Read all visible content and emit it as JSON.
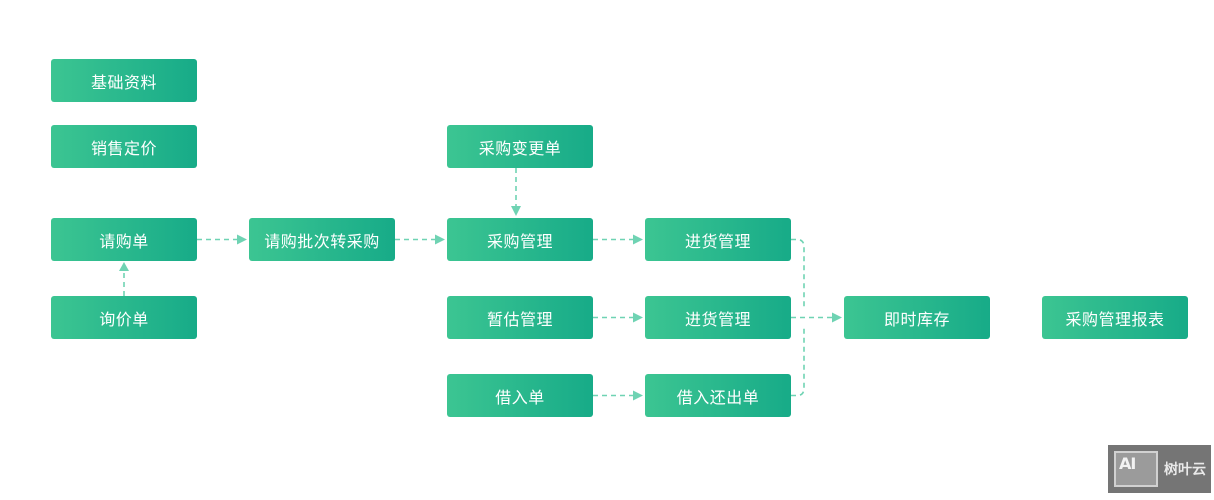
{
  "nodes": {
    "basic_data": "基础资料",
    "sales_pricing": "销售定价",
    "purchase_request": "请购单",
    "inquiry": "询价单",
    "batch_to_purchase": "请购批次转采购",
    "purchase_change": "采购变更单",
    "purchase_management": "采购管理",
    "provisional_management": "暂估管理",
    "borrow_order": "借入单",
    "receiving_management_1": "进货管理",
    "receiving_management_2": "进货管理",
    "borrow_return_order": "借入还出单",
    "realtime_inventory": "即时库存",
    "purchase_report": "采购管理报表"
  },
  "edges": [
    {
      "from": "inquiry",
      "to": "purchase_request"
    },
    {
      "from": "purchase_request",
      "to": "batch_to_purchase"
    },
    {
      "from": "batch_to_purchase",
      "to": "purchase_management"
    },
    {
      "from": "purchase_change",
      "to": "purchase_management"
    },
    {
      "from": "purchase_management",
      "to": "receiving_management_1"
    },
    {
      "from": "provisional_management",
      "to": "receiving_management_2"
    },
    {
      "from": "borrow_order",
      "to": "borrow_return_order"
    },
    {
      "from": "receiving_management_1",
      "to": "realtime_inventory"
    },
    {
      "from": "receiving_management_2",
      "to": "realtime_inventory"
    },
    {
      "from": "borrow_return_order",
      "to": "realtime_inventory"
    }
  ],
  "colors": {
    "node_gradient_start": "#3cc592",
    "node_gradient_end": "#17ab88",
    "connector": "#6fd3b3"
  },
  "watermark": {
    "logo_text": "AI",
    "text": "树叶云"
  }
}
